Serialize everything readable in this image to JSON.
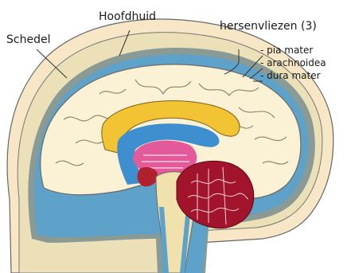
{
  "labels": {
    "scalp": "Hoofdhuid",
    "skull": "Schedel",
    "meninges": "hersenvliezen (3)",
    "layers": [
      "- pia mater",
      "- arachnoidea",
      "- dura mater"
    ]
  },
  "colors": {
    "skin": "#f7e7c6",
    "skull": "#ece0b8",
    "csf_blue": "#5ea1c9",
    "dura_gray": "#8a9a95",
    "cortex": "#fbf1d4",
    "corpus_callosum": "#f2c332",
    "ventricle": "#3d8fd0",
    "cerebellum": "#a2142b",
    "brainstem": "#f1e2ad",
    "thalamus": "#e25a9a",
    "outline": "#555555"
  }
}
